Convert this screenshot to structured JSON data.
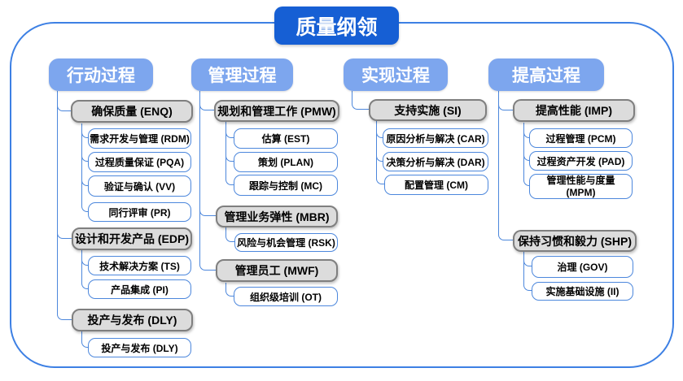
{
  "title": "质量纲领",
  "columns": [
    {
      "header": "行动过程",
      "groups": [
        {
          "label": "确保质量 (ENQ)",
          "children": [
            "需求开发与管理 (RDM)",
            "过程质量保证 (PQA)",
            "验证与确认 (VV)",
            "同行评审 (PR)"
          ]
        },
        {
          "label": "设计和开发产品 (EDP)",
          "children": [
            "技术解决方案 (TS)",
            "产品集成 (PI)"
          ]
        },
        {
          "label": "投产与发布 (DLY)",
          "children": [
            "投产与发布 (DLY)"
          ]
        }
      ]
    },
    {
      "header": "管理过程",
      "groups": [
        {
          "label": "规划和管理工作 (PMW)",
          "children": [
            "估算 (EST)",
            "策划 (PLAN)",
            "跟踪与控制 (MC)"
          ]
        },
        {
          "label": "管理业务弹性 (MBR)",
          "children": [
            "风险与机会管理 (RSK)"
          ]
        },
        {
          "label": "管理员工 (MWF)",
          "children": [
            "组织级培训 (OT)"
          ]
        }
      ]
    },
    {
      "header": "实现过程",
      "groups": [
        {
          "label": "支持实施 (SI)",
          "children": [
            "原因分析与解决 (CAR)",
            "决策分析与解决 (DAR)",
            "配置管理 (CM)"
          ]
        }
      ]
    },
    {
      "header": "提高过程",
      "groups": [
        {
          "label": "提高性能 (IMP)",
          "children": [
            "过程管理 (PCM)",
            "过程资产开发 (PAD)",
            "管理性能与度量 (MPM)"
          ]
        },
        {
          "label": "保持习惯和毅力 (SHP)",
          "children": [
            "治理 (GOV)",
            "实施基础设施 (II)"
          ]
        }
      ]
    }
  ],
  "colors": {
    "title_bg": "#165FD4",
    "header_bg": "#7DA6EE",
    "group_fill": "#DCDCDC",
    "group_border": "#7F7F7F",
    "child_border": "#4C87DC",
    "connector": "#4C87DC",
    "frame_border": "#3D80E4",
    "text_on_blue": "#FFFFFF",
    "text_dark": "#000000"
  }
}
